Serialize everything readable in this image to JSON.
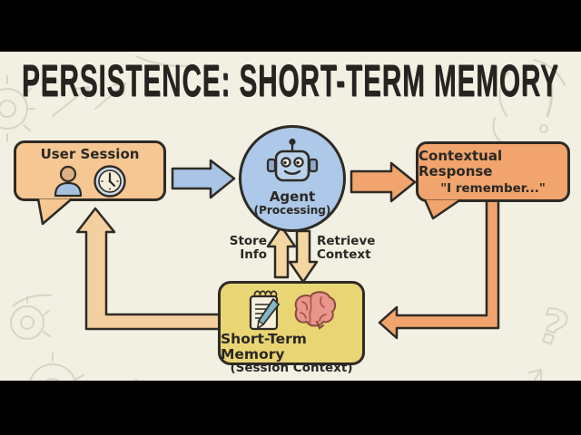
{
  "title": "PERSISTENCE: SHORT-TERM MEMORY",
  "nodes": {
    "user_session": {
      "label": "User Session",
      "icons": [
        "person-icon",
        "clock-icon"
      ],
      "fill": "#f6c793"
    },
    "agent": {
      "label": "Agent",
      "sublabel": "(Processing)",
      "icon": "robot-icon",
      "fill": "#adc8e8"
    },
    "contextual_response": {
      "label": "Contextual Response",
      "quote": "\"I remember...\"",
      "fill": "#f1a46d"
    },
    "short_term_memory": {
      "label": "Short-Term Memory",
      "sublabel": "(Session Context)",
      "icons": [
        "notepad-icon",
        "brain-icon"
      ],
      "fill": "#e9d574"
    }
  },
  "edges": {
    "user_to_agent": {
      "color": "#a9c4e4"
    },
    "agent_to_response": {
      "color": "#f1a46d"
    },
    "store": {
      "line1": "Store",
      "line2": "Info",
      "color": "#f4d6a2"
    },
    "retrieve": {
      "line1": "Retrieve",
      "line2": "Context",
      "color": "#f4d6a2"
    },
    "memory_to_user": {
      "color": "#f4cfa0"
    },
    "response_to_memory": {
      "color": "#f1a46d"
    }
  },
  "colors": {
    "background": "#f2efe3",
    "letterbox": "#000000",
    "outline": "#2e2a25",
    "text": "#2a2824",
    "doodle": "#d8d5c6"
  }
}
